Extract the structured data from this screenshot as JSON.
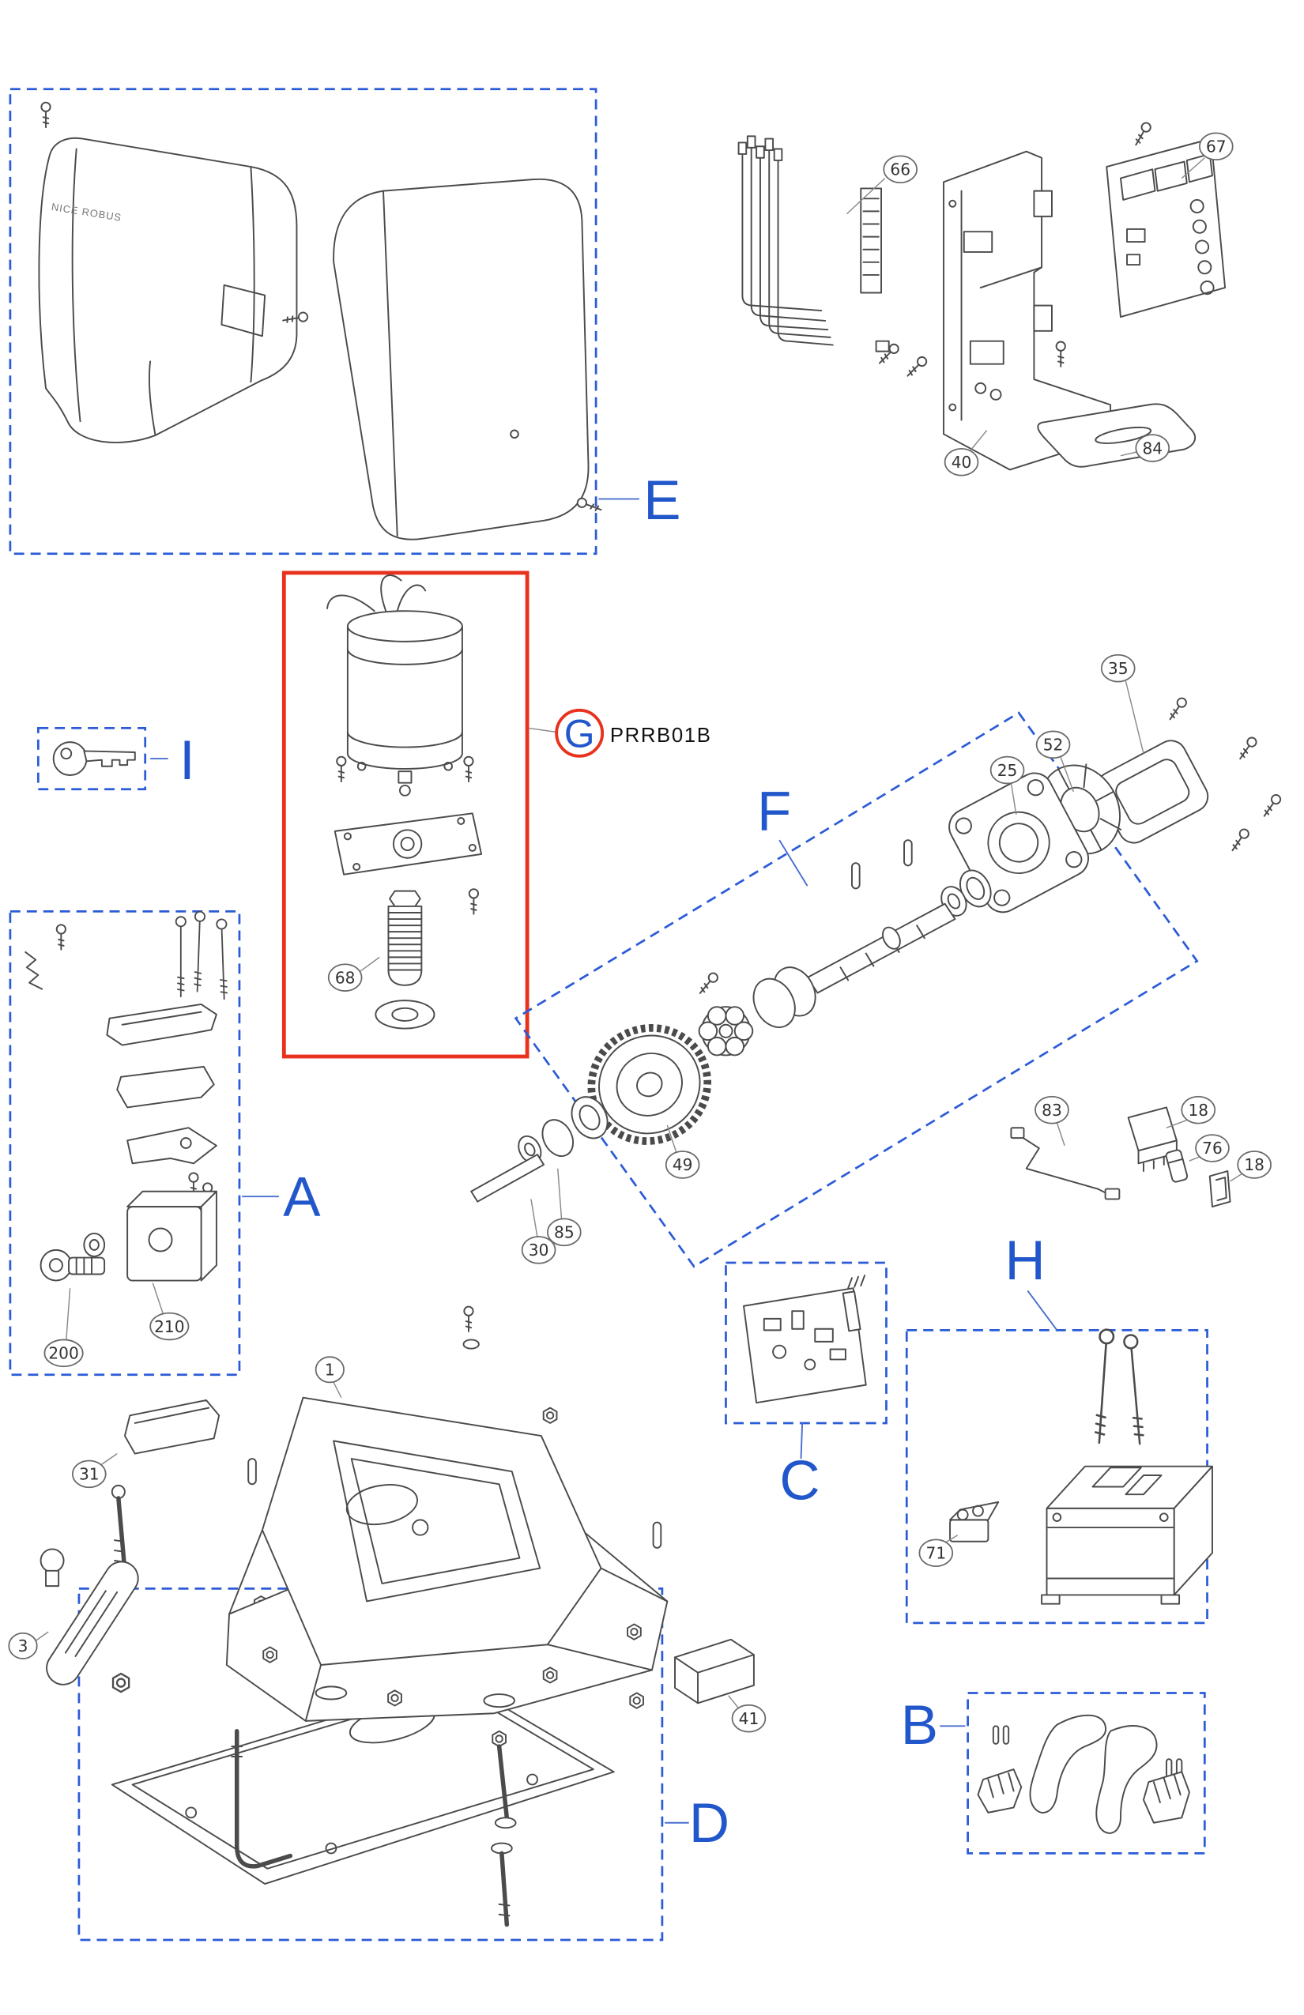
{
  "diagram": {
    "brand_text": "NICE ROBUS",
    "model_code": "PRRB01B",
    "section_labels": {
      "A": "A",
      "B": "B",
      "C": "C",
      "D": "D",
      "E": "E",
      "F": "F",
      "G": "G",
      "H": "H",
      "I": "I"
    },
    "parts": [
      "66",
      "67",
      "40",
      "84",
      "35",
      "52",
      "25",
      "49",
      "30",
      "85",
      "68",
      "83",
      "18",
      "76",
      "18",
      "200",
      "210",
      "1",
      "31",
      "3",
      "41",
      "71"
    ],
    "colors": {
      "group_box_dashed": "#2b5bd7",
      "highlight_box": "#e8321e",
      "section_label": "#2257cb",
      "line_art": "#4b4b4b"
    }
  }
}
